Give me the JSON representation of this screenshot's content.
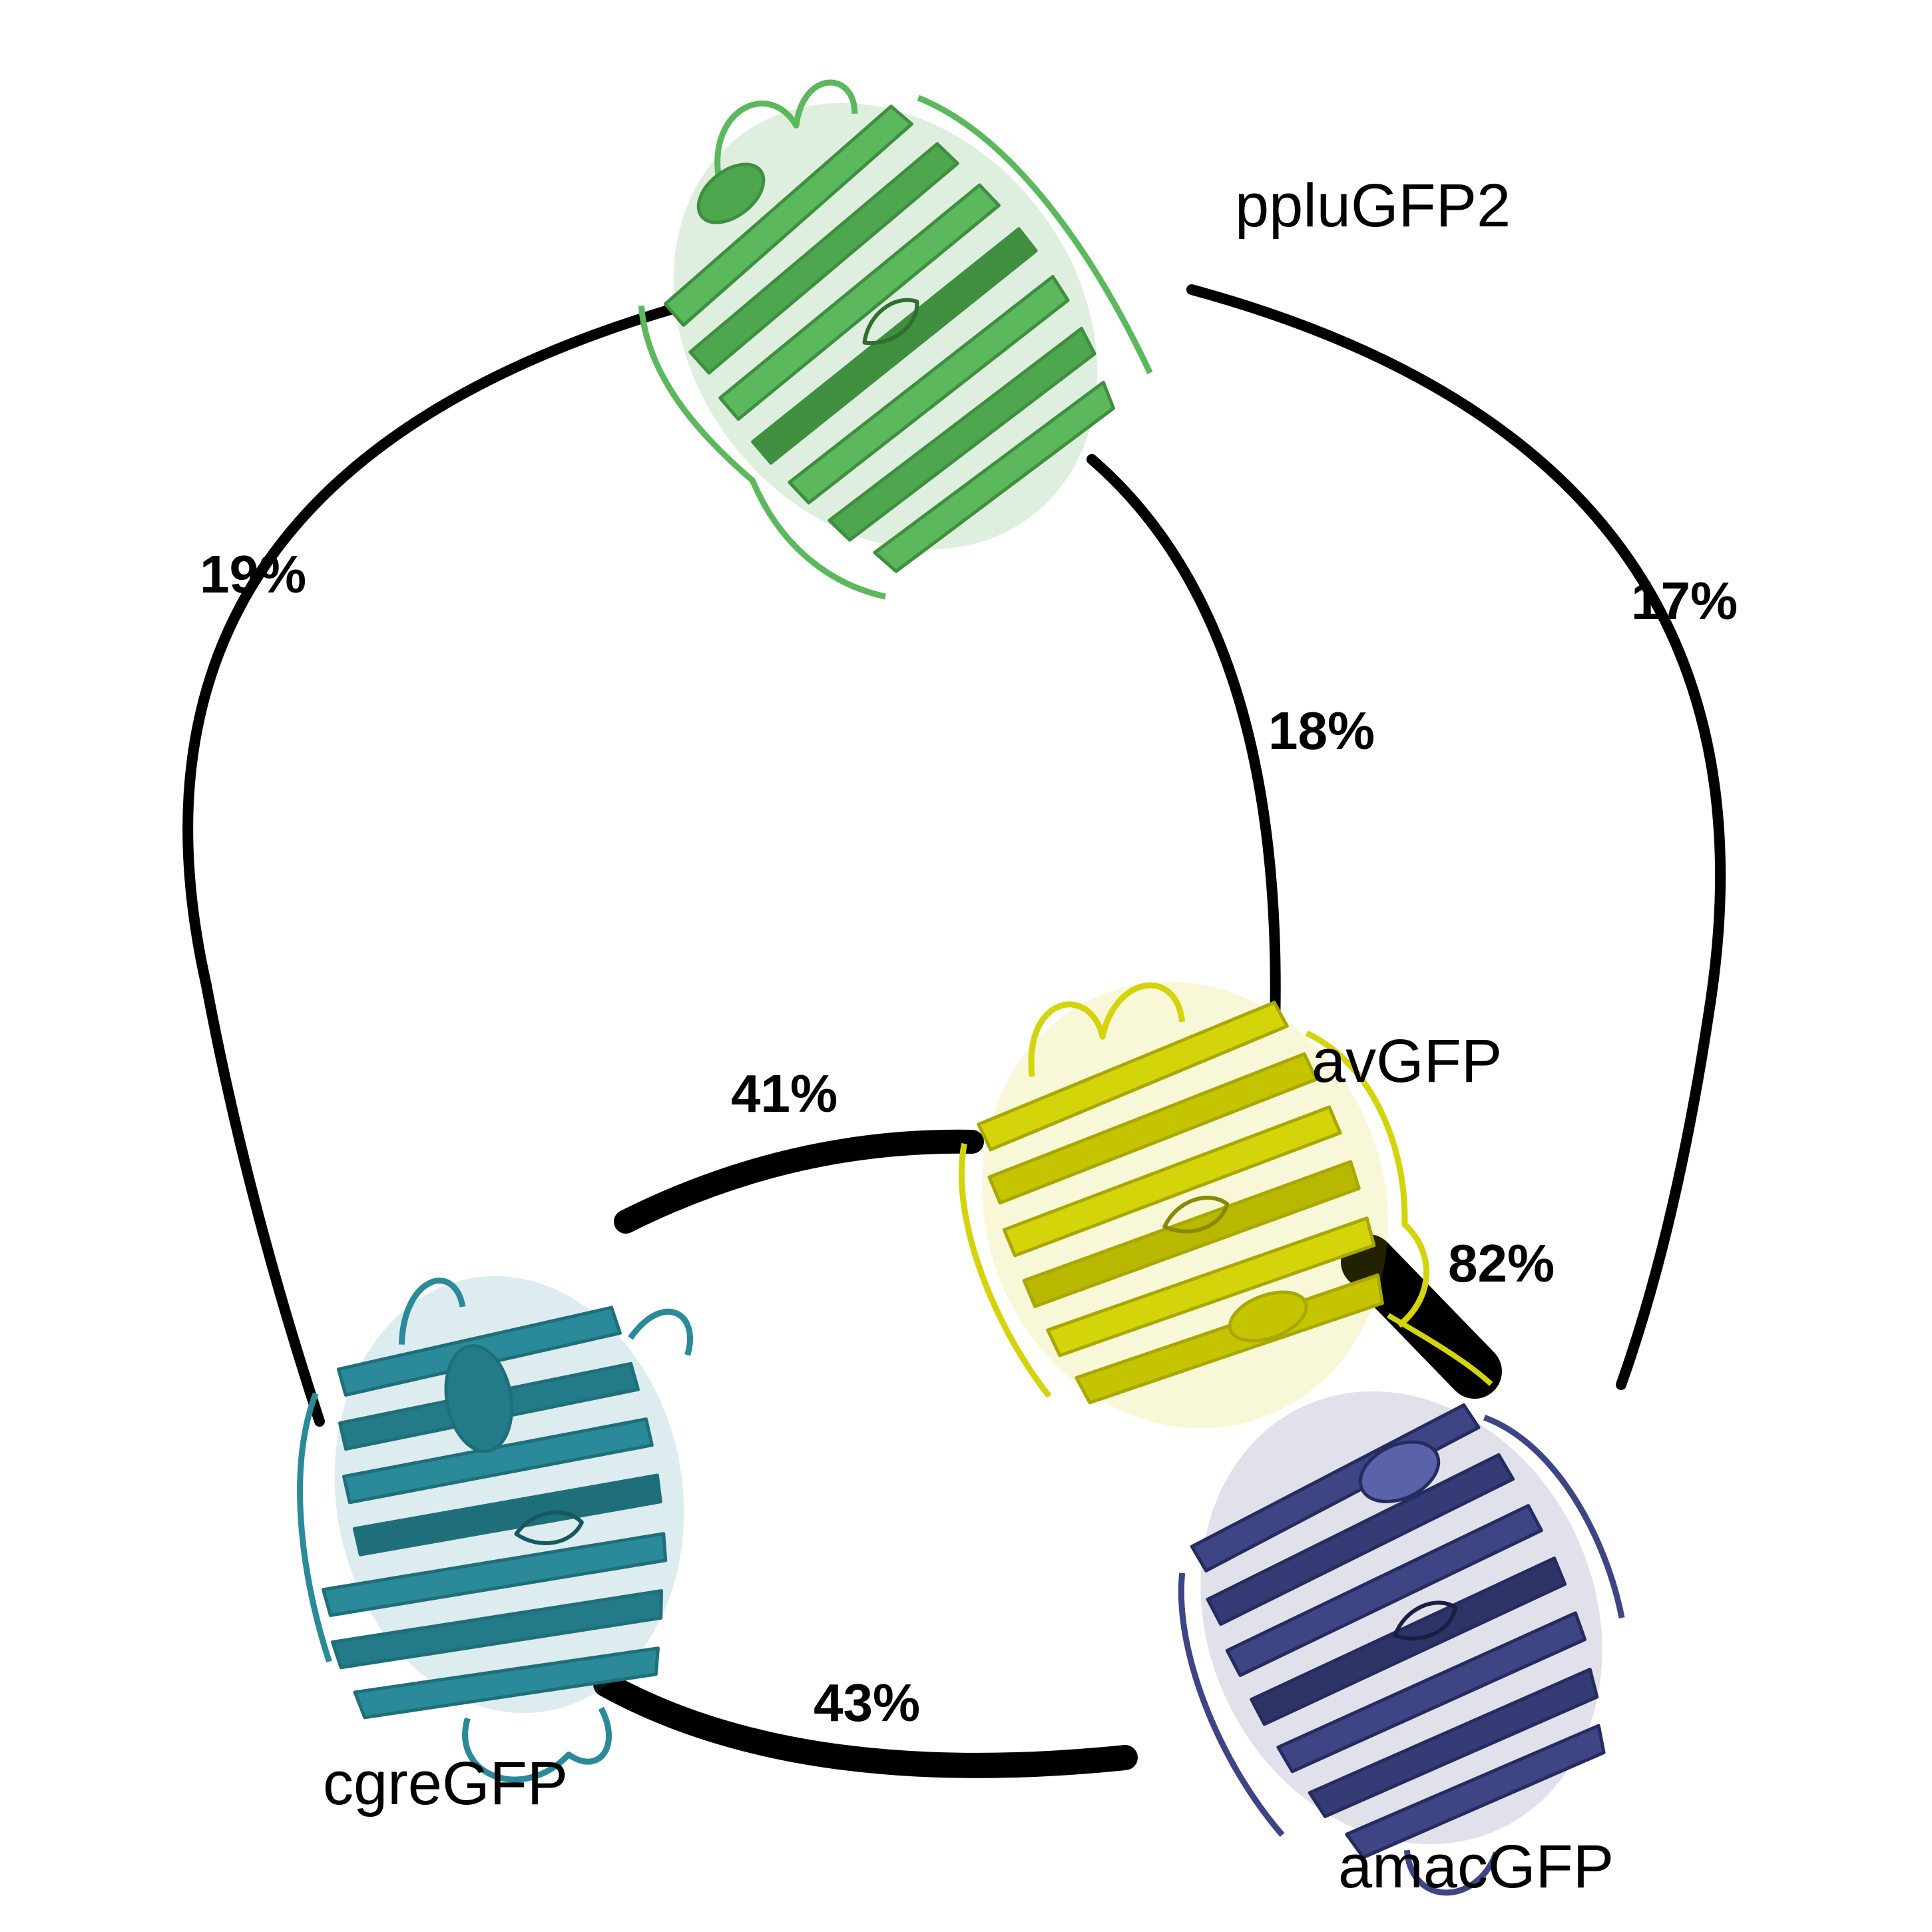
{
  "proteins": [
    {
      "id": "ppluGFP2",
      "label": "ppluGFP2",
      "color": "#5cb85c"
    },
    {
      "id": "avGFP",
      "label": "avGFP",
      "color": "#d4d40a"
    },
    {
      "id": "cgreGFP",
      "label": "cgreGFP",
      "color": "#2a8a99"
    },
    {
      "id": "amacGFP",
      "label": "amacGFP",
      "color": "#3e4585"
    }
  ],
  "identities": [
    {
      "from": "ppluGFP2",
      "to": "cgreGFP",
      "value": "19%"
    },
    {
      "from": "ppluGFP2",
      "to": "amacGFP",
      "value": "17%"
    },
    {
      "from": "ppluGFP2",
      "to": "avGFP",
      "value": "18%"
    },
    {
      "from": "cgreGFP",
      "to": "avGFP",
      "value": "41%"
    },
    {
      "from": "avGFP",
      "to": "amacGFP",
      "value": "82%"
    },
    {
      "from": "cgreGFP",
      "to": "amacGFP",
      "value": "43%"
    }
  ]
}
